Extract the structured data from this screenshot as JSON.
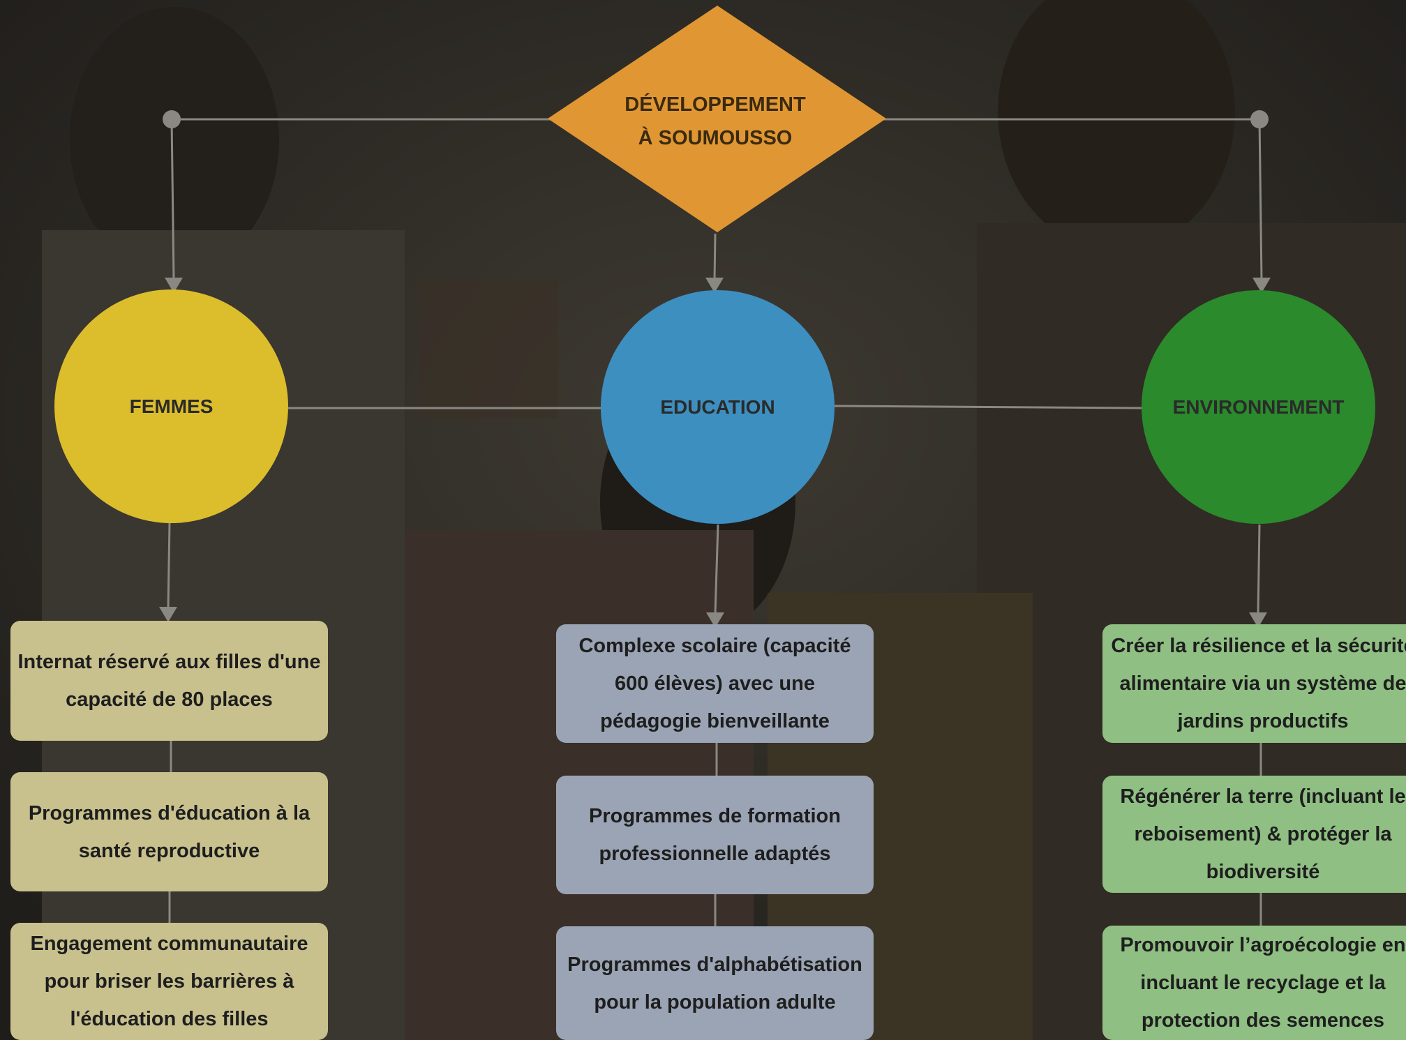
{
  "root": {
    "line1": "DÉVELOPPEMENT",
    "line2": "À SOUMOUSSO",
    "color": "#e09733"
  },
  "branches": [
    {
      "label": "FEMMES",
      "color": "#dcbd2c",
      "items": [
        "Internat réservé aux filles d'une capacité de 80 places",
        "Programmes d'éducation à la santé reproductive",
        "Engagement communautaire pour briser les barrières à l'éducation des filles"
      ]
    },
    {
      "label": "EDUCATION",
      "color": "#3d8fc0",
      "items": [
        "Complexe scolaire (capacité 600 élèves) avec une pédagogie bienveillante",
        "Programmes de formation professionnelle adaptés",
        "Programmes d'alphabétisation pour la population adulte"
      ]
    },
    {
      "label": "ENVIRONNEMENT",
      "color": "#2a8a2c",
      "items": [
        "Créer la résilience et la sécurité alimentaire via un système de jardins productifs",
        "Régénérer la terre (incluant le reboisement) & protéger la biodiversité",
        "Promouvoir l’agroécologie en incluant le recyclage et la protection des semences"
      ]
    }
  ]
}
